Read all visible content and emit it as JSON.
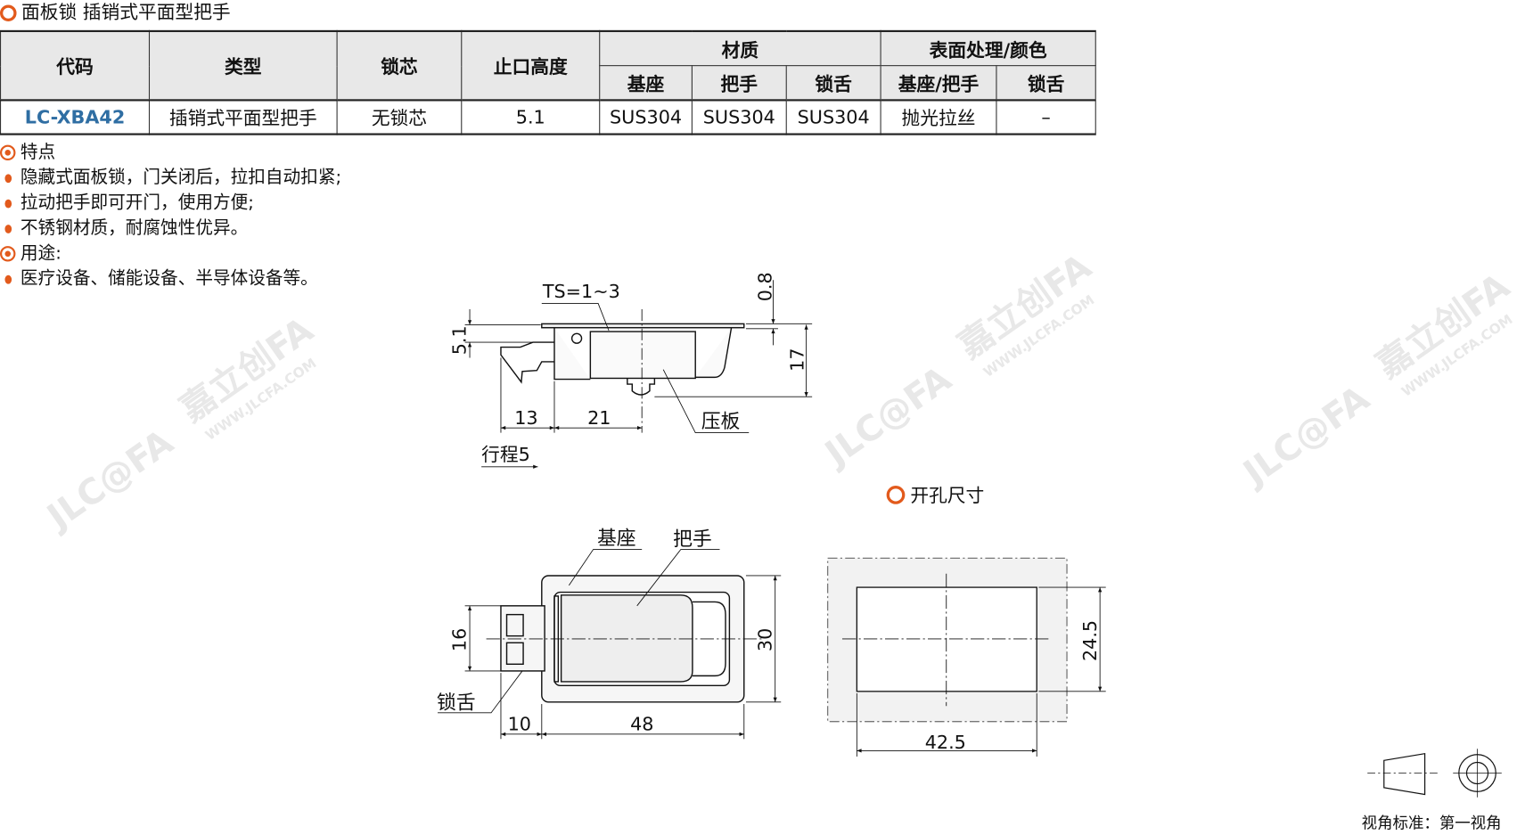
{
  "title": "面板锁 插销式平面型把手",
  "table": {
    "headers": {
      "code": "代码",
      "type": "类型",
      "core": "锁芯",
      "height": "止口高度",
      "material": "材质",
      "finish": "表面处理/颜色"
    },
    "subheaders": {
      "base": "基座",
      "handle": "把手",
      "tongue": "锁舌",
      "base_handle": "基座/把手",
      "tongue2": "锁舌"
    },
    "row": {
      "code": "LC-XBA42",
      "type": "插销式平面型把手",
      "core": "无锁芯",
      "height": "5.1",
      "base": "SUS304",
      "handle": "SUS304",
      "tongue": "SUS304",
      "finish": "抛光拉丝",
      "tongue_finish": "–"
    }
  },
  "features": {
    "heading": "特点",
    "items": [
      "隐藏式面板锁，门关闭后，拉扣自动扣紧;",
      "拉动把手即可开门，使用方便;",
      "不锈钢材质，耐腐蚀性优异。"
    ]
  },
  "usage": {
    "heading": "用途:",
    "items": [
      "医疗设备、储能设备、半导体设备等。"
    ]
  },
  "drawing": {
    "ts": "TS=1~3",
    "d08": "0.8",
    "d51": "5.1",
    "d17": "17",
    "d13": "13",
    "d21": "21",
    "plate": "压板",
    "stroke": "行程5",
    "base": "基座",
    "handle": "把手",
    "tongue": "锁舌",
    "d16": "16",
    "d30": "30",
    "d10": "10",
    "d48": "48",
    "cutout_title": "开孔尺寸",
    "d245": "24.5",
    "d425": "42.5"
  },
  "view_standard": "视角标准：第一视角",
  "watermark": {
    "brand": "嘉立创FA",
    "logo": "JLC@FA",
    "url": "WWW.JLCFA.COM"
  },
  "colors": {
    "accent": "#e25a1c",
    "code": "#2f6ea3"
  }
}
